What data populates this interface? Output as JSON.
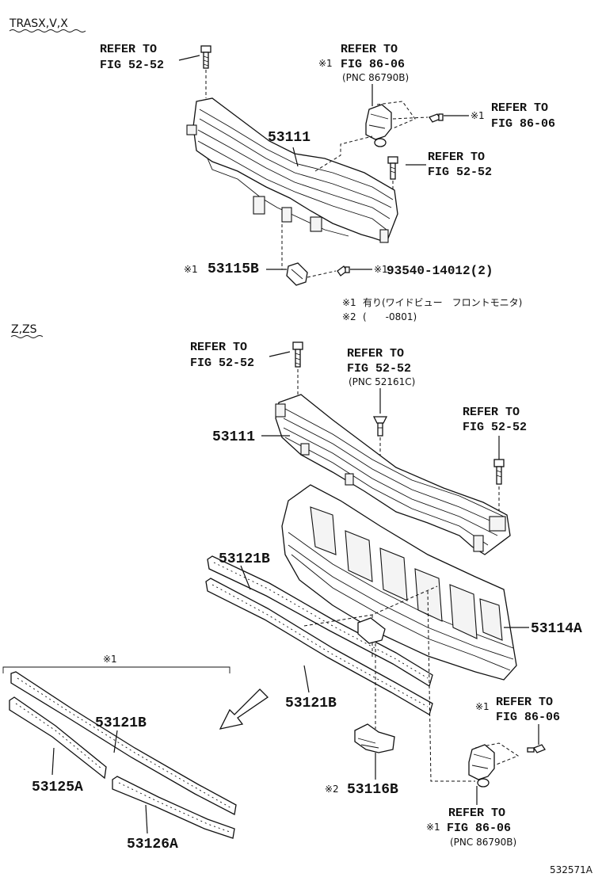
{
  "sections": {
    "top": "TRASX,V,X",
    "bottom": "Z,ZS"
  },
  "refs": {
    "refer_to": "REFER TO",
    "fig_52_52": "FIG 52-52",
    "fig_86_06": "FIG 86-06",
    "pnc_86790b": "(PNC 86790B)",
    "pnc_52161c": "(PNC 52161C)"
  },
  "marks": {
    "m1": "※1",
    "m2": "※2"
  },
  "parts": {
    "p53111": "53111",
    "p53115b": "53115B",
    "p93540": "93540-14012(2)",
    "p53121b": "53121B",
    "p53114a": "53114A",
    "p53116b": "53116B",
    "p53125a": "53125A",
    "p53126a": "53126A"
  },
  "notes": {
    "n1_mark": "※1",
    "n1_text": "有り(ワイドビュー　フロントモニタ)",
    "n2_mark": "※2",
    "n2_text": "(　　-0801)",
    "callout_mark": "※1"
  },
  "figure_id": "532571A"
}
